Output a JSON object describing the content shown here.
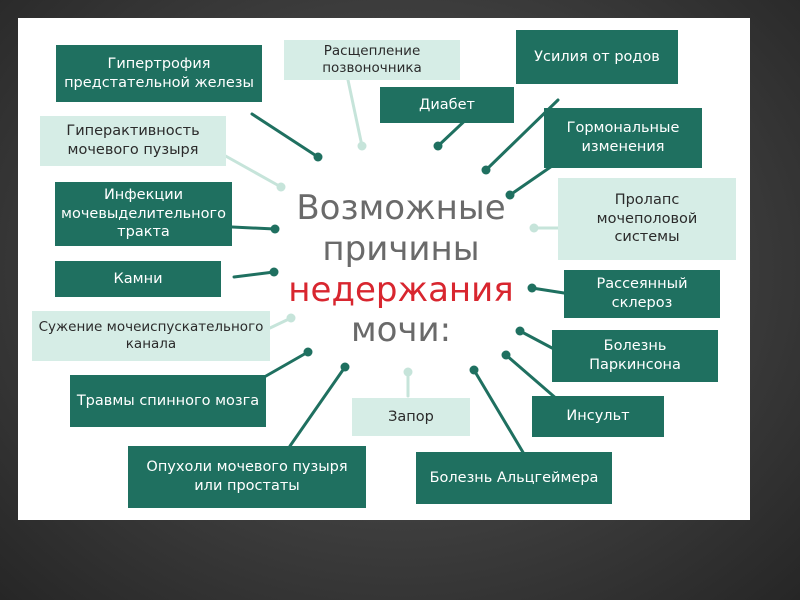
{
  "title": {
    "line1": "Возможные",
    "line2": "причины",
    "line3": "недержания",
    "line4": "мочи:"
  },
  "colors": {
    "dark_box": "#1f7060",
    "light_box": "#d6ede6",
    "title_gray": "#6a6a6a",
    "title_red": "#d8262f"
  },
  "causes": [
    {
      "text": "Гипертрофия предстательной железы",
      "style": "dark"
    },
    {
      "text": "Расщепление позвоночника",
      "style": "light"
    },
    {
      "text": "Усилия от родов",
      "style": "dark"
    },
    {
      "text": "Диабет",
      "style": "dark"
    },
    {
      "text": "Гиперактивность мочевого пузыря",
      "style": "light"
    },
    {
      "text": "Гормональные изменения",
      "style": "dark"
    },
    {
      "text": "Инфекции мочевыделительного тракта",
      "style": "dark"
    },
    {
      "text": "Пролапс мочеполовой системы",
      "style": "light"
    },
    {
      "text": "Камни",
      "style": "dark"
    },
    {
      "text": "Рассеянный склероз",
      "style": "dark"
    },
    {
      "text": "Сужение мочеиспускательного канала",
      "style": "light"
    },
    {
      "text": "Болезнь Паркинсона",
      "style": "dark"
    },
    {
      "text": "Травмы спинного мозга",
      "style": "dark"
    },
    {
      "text": "Запор",
      "style": "light"
    },
    {
      "text": "Инсульт",
      "style": "dark"
    },
    {
      "text": "Опухоли мочевого пузыря или простаты",
      "style": "dark"
    },
    {
      "text": "Болезнь Альцгеймера",
      "style": "dark"
    }
  ]
}
